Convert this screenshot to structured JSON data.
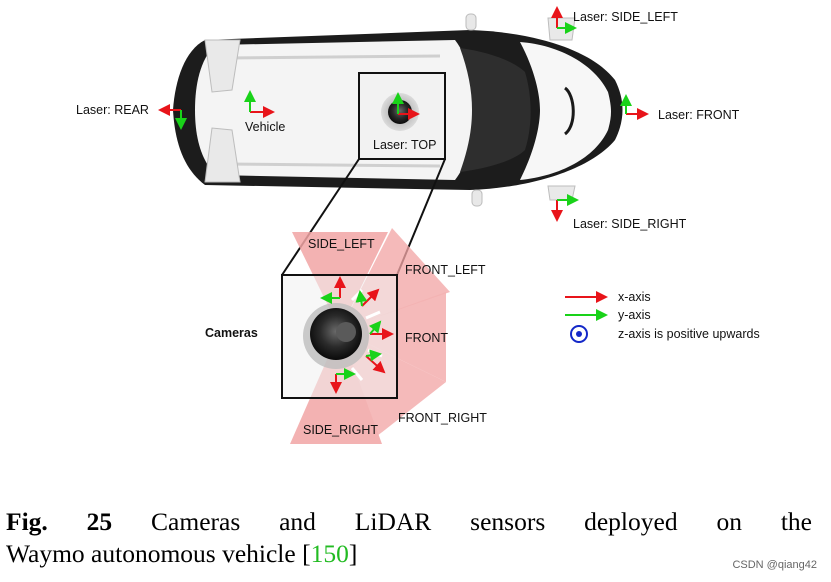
{
  "labels": {
    "laser_side_left": "Laser: SIDE_LEFT",
    "laser_rear": "Laser: REAR",
    "vehicle": "Vehicle",
    "laser_top": "Laser: TOP",
    "laser_front": "Laser: FRONT",
    "laser_side_right": "Laser: SIDE_RIGHT",
    "cam_side_left": "SIDE_LEFT",
    "cam_front_left": "FRONT_LEFT",
    "cameras": "Cameras",
    "cam_front": "FRONT",
    "cam_side_right": "SIDE_RIGHT",
    "cam_front_right": "FRONT_RIGHT"
  },
  "legend": {
    "x_axis": "x-axis",
    "y_axis": "y-axis",
    "z_axis": "z-axis is positive upwards"
  },
  "caption": {
    "fig": "Fig. 25",
    "text_line1": "Cameras and LiDAR sensors deployed on the",
    "text_line2": "Waymo autonomous vehicle [",
    "ref": "150",
    "close": "]"
  },
  "watermark": "CSDN @qiang42",
  "colors": {
    "x_axis": "#e8141a",
    "y_axis": "#19d219",
    "z_axis": "#1428c8",
    "fov": "#f0a0a0"
  }
}
